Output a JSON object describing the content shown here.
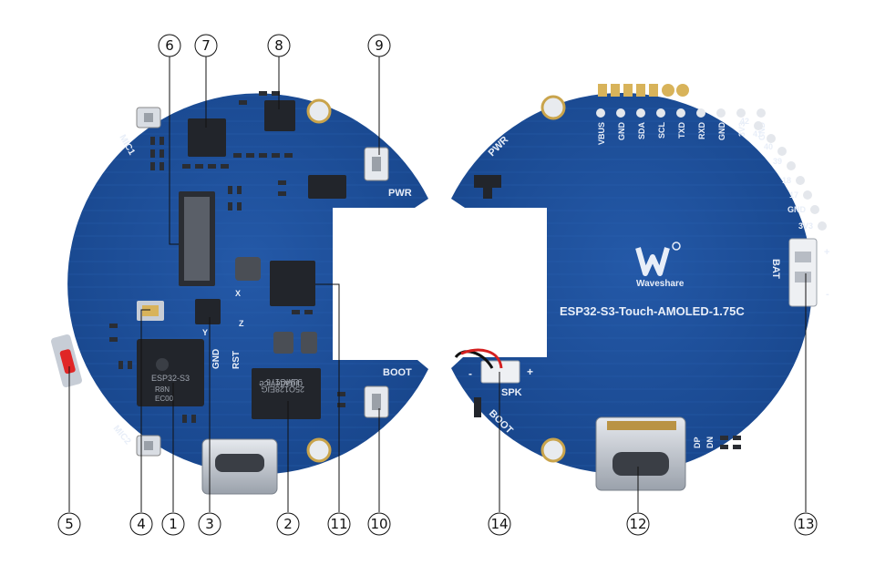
{
  "board_front": {
    "silkscreen": {
      "mic1": "MIC1",
      "mic2": "MIC2",
      "pwr": "PWR",
      "boot": "BOOT",
      "gnd": "GND",
      "rst": "RST",
      "x": "X",
      "y": "Y",
      "z": "Z"
    },
    "chips": {
      "esp_line1": "ESP32-S3",
      "esp_line2": "R8N",
      "esp_line3": "EC00",
      "flash_line1": "gigadevice",
      "flash_line2": "25Q128EIG",
      "flash_line3": "UMG176"
    }
  },
  "board_back": {
    "pins_top": [
      "VBUS",
      "GND",
      "SDA",
      "SCL",
      "TXD",
      "RXD",
      "GND",
      "3V3",
      "GND"
    ],
    "pins_right": [
      "42",
      "41",
      "40",
      "39",
      "18",
      "17",
      "GND",
      "3V3"
    ],
    "brand": "Waveshare",
    "model": "ESP32-S3-Touch-AMOLED-1.75C",
    "bat": "BAT",
    "bat_plus": "+",
    "bat_minus": "-",
    "spk": "SPK",
    "spk_minus": "-",
    "spk_plus": "+",
    "pwr": "PWR",
    "boot": "BOOT",
    "dp": "DP",
    "dn": "DN"
  },
  "callouts": {
    "c1": "1",
    "c2": "2",
    "c3": "3",
    "c4": "4",
    "c5": "5",
    "c6": "6",
    "c7": "7",
    "c8": "8",
    "c9": "9",
    "c10": "10",
    "c11": "11",
    "c12": "12",
    "c13": "13",
    "c14": "14"
  },
  "colors": {
    "pcb": "#1d4f9a",
    "pcb_dark": "#153d7a",
    "trace": "#2a62b3",
    "chip": "#22252b",
    "gold": "#d8b35a",
    "silver": "#c9ced6"
  }
}
